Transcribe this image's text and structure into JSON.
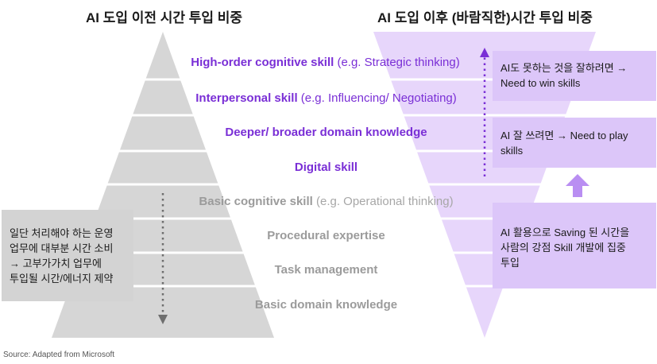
{
  "titles": {
    "left": "AI 도입 이전 시간 투입 비중",
    "right": "AI 도입 이후 (바람직한)시간 투입 비중"
  },
  "levels": [
    {
      "main": "High-order cognitive skill",
      "sub": " (e.g. Strategic thinking)",
      "style": "purple"
    },
    {
      "main": "Interpersonal skill",
      "sub": " (e.g. Influencing/ Negotiating)",
      "style": "purple"
    },
    {
      "main": "Deeper/ broader domain knowledge",
      "sub": "",
      "style": "purple"
    },
    {
      "main": "Digital skill",
      "sub": "",
      "style": "purple"
    },
    {
      "main": "Basic cognitive skill",
      "sub": " (e.g. Operational thinking)",
      "style": "gray"
    },
    {
      "main": "Procedural expertise",
      "sub": "",
      "style": "gray"
    },
    {
      "main": "Task management",
      "sub": "",
      "style": "gray"
    },
    {
      "main": "Basic domain knowledge",
      "sub": "",
      "style": "gray"
    }
  ],
  "boxes": {
    "left_note": [
      "일단 처리해야 하는 운영",
      "업무에 대부분 시간 소비",
      "→ 고부가가치 업무에",
      "투입될 시간/에너지 제약"
    ],
    "right_top": [
      "AI도 못하는 것을 잘하려면 →",
      "Need to win skills"
    ],
    "right_mid": [
      "AI 잘 쓰려면 → Need to play",
      "skills"
    ],
    "right_bottom": [
      "AI 활용으로 Saving 된 시간을",
      "사람의 강점 Skill 개발에 집중",
      "투입"
    ]
  },
  "source": "Source: Adapted from Microsoft",
  "colors": {
    "gray_pyramid": "#d6d6d6",
    "purple_pyramid": "#e7d6fb",
    "accent_purple": "#7a2fd6",
    "gray_text": "#9b9b9b",
    "up_arrow": "#b98ef2"
  }
}
